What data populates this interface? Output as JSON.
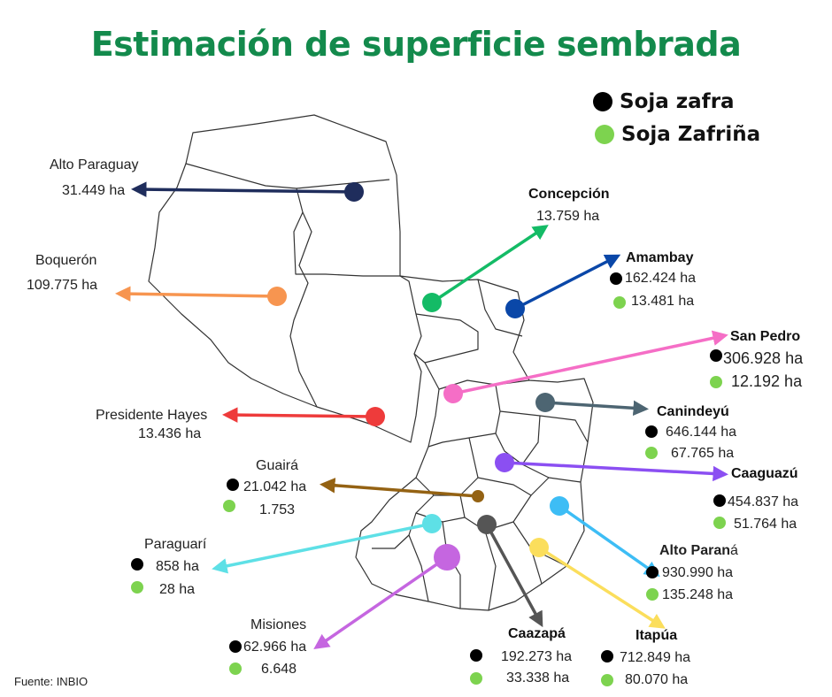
{
  "title": "Estimación de superficie sembrada",
  "legend": [
    {
      "label": "Soja zafra",
      "color": "#000000",
      "icon": "black-dot-icon"
    },
    {
      "label": "Soja Zafriña",
      "color": "#7dd34f",
      "icon": "green-dot-icon"
    }
  ],
  "source": "Fuente: INBIO",
  "departments": {
    "alto_paraguay": {
      "name": "Alto Paraguay",
      "value": "31.449 ha",
      "color": "#1f2d5c"
    },
    "boqueron": {
      "name": "Boquerón",
      "value": "109.775 ha",
      "color": "#f79550"
    },
    "presidente_hayes": {
      "name": "Presidente Hayes",
      "value": "13.436 ha",
      "color": "#ee3b3b"
    },
    "concepcion": {
      "name": "Concepción",
      "value": "13.759 ha",
      "color": "#14bb66"
    },
    "amambay": {
      "name": "Amambay",
      "zafra": "162.424 ha",
      "zafrina": "13.481 ha",
      "color": "#0a47a8"
    },
    "san_pedro": {
      "name": "San Pedro",
      "zafra": "306.928 ha",
      "zafrina": "12.192 ha",
      "color": "#f56ec6"
    },
    "canindeyu": {
      "name": "Canindeyú",
      "zafra": "646.144 ha",
      "zafrina": "67.765 ha",
      "color": "#4d6572"
    },
    "caaguazu": {
      "name": "Caaguazú",
      "zafra": "454.837 ha",
      "zafrina": "51.764 ha",
      "color": "#8b4ff2"
    },
    "alto_parana": {
      "name_main": "Alto Paran",
      "name_tail": "á",
      "zafra": "930.990 ha",
      "zafrina": "135.248 ha",
      "color": "#3dbdf5"
    },
    "itapua": {
      "name": "Itapúa",
      "zafra": "712.849 ha",
      "zafrina": "80.070 ha",
      "color": "#fbde5c"
    },
    "caazapa": {
      "name": "Caazapá",
      "zafra": "192.273 ha",
      "zafrina": "33.338 ha",
      "color": "#555555"
    },
    "guaira": {
      "name": "Guairá",
      "zafra": "21.042 ha",
      "zafrina": "1.753",
      "color": "#946213"
    },
    "paraguari": {
      "name": "Paraguarí",
      "zafra": "858 ha",
      "zafrina": "28 ha",
      "color": "#5ee0e6"
    },
    "misiones": {
      "name": "Misiones",
      "zafra": "62.966 ha",
      "zafrina": "6.648",
      "color": "#c566e0"
    }
  }
}
